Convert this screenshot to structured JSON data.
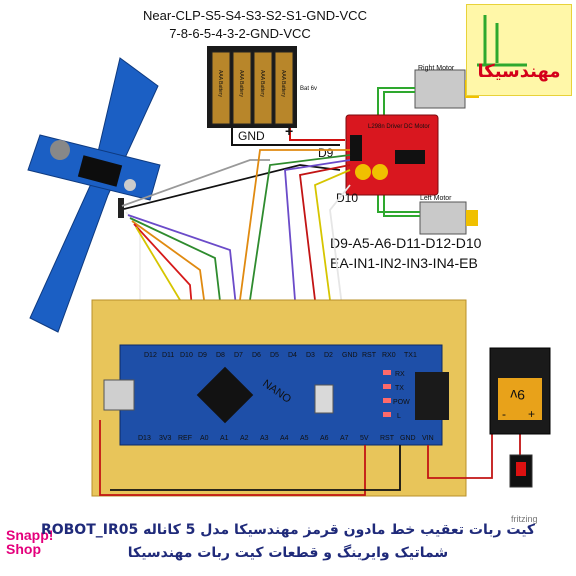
{
  "header": {
    "pin_order_top": "Near-CLP-S5-S4-S3-S2-S1-GND-VCC",
    "pin_order_bottom": "7-8-6-5-4-3-2-GND-VCC"
  },
  "battery": {
    "cell_label": "AAA Battery",
    "pack_label": "Bat 6v",
    "gnd_label": "GND",
    "plus_label": "+"
  },
  "driver": {
    "board_label": "L298n Driver DC Motor",
    "right_motor_label": "Right Motor",
    "left_motor_label": "Left  Motor",
    "pin_d9": "D9",
    "pin_d10": "D10"
  },
  "mapping": {
    "line1": "D9-A5-A6-D11-D12-D10",
    "line2": "EA-IN1-IN2-IN3-IN4-EB"
  },
  "nano": {
    "top_pins": [
      "D12",
      "D11",
      "D10",
      "D9",
      "D8",
      "D7",
      "D6",
      "D5",
      "D4",
      "D3",
      "D2",
      "GND",
      "RST",
      "RX0",
      "TX1"
    ],
    "bottom_pins": [
      "D13",
      "3V3",
      "REF",
      "A0",
      "A1",
      "A2",
      "A3",
      "A4",
      "A5",
      "A6",
      "A7",
      "5V",
      "RST",
      "GND",
      "VIN"
    ],
    "leds": [
      "RX",
      "TX",
      "POW",
      "L"
    ],
    "chip_label": "NANO"
  },
  "battery_box": {
    "label": "9v",
    "minus": "-",
    "plus": "+"
  },
  "logo": {
    "text": "مهندسیکا"
  },
  "footer": {
    "line1": "کیت ربات تعقیب خط مادون قرمز مهندسیکا مدل 5 کاناله ROBOT_IR05",
    "line2": "شماتیک وایرینگ و قطعات کیت ربات مهندسیکا",
    "brand": "Snapp! Shop",
    "watermark": "fritzing"
  },
  "colors": {
    "sensor_board": "#1b5fc4",
    "driver_board": "#d9171f",
    "nano_board": "#1e4fa8",
    "proto_board": "#e8c55a",
    "battery_cells": "#b8862a"
  }
}
